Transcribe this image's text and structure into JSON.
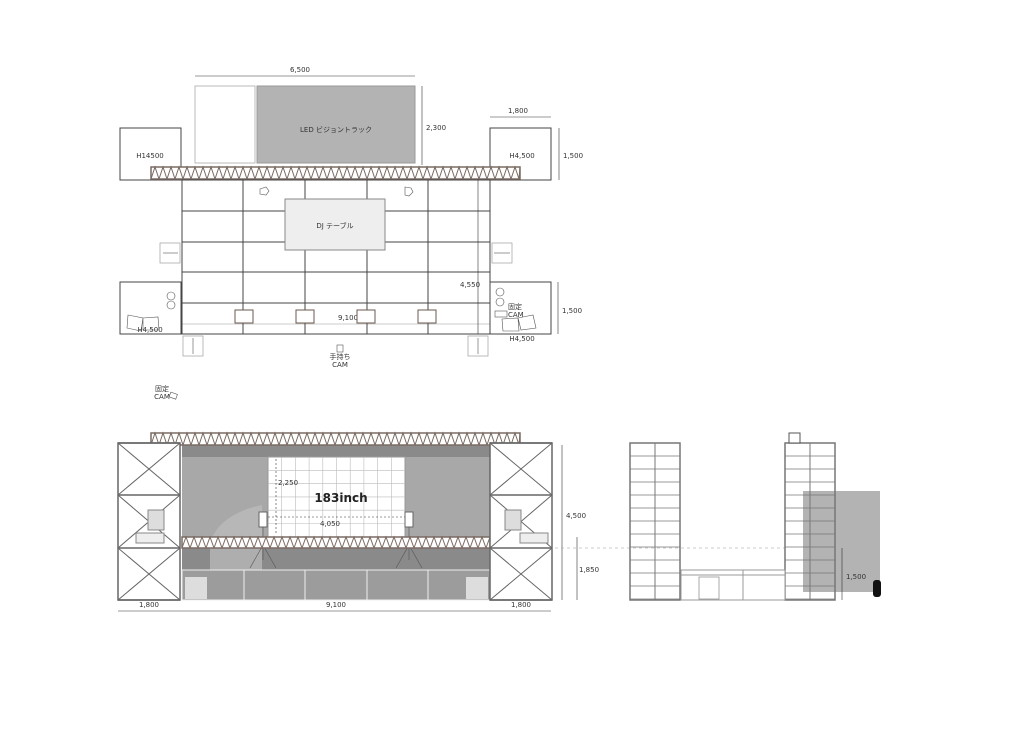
{
  "plan": {
    "dim_led_width": "6,500",
    "led_label": "LED ビジョントラック",
    "dim_led_height": "2,300",
    "dim_tower_width": "1,800",
    "left_tower_label": "H14500",
    "right_tower_label": "H4,500",
    "dim_tower_depth": "1,500",
    "dj_table_label": "DJ テーブル",
    "dim_stage_depth": "4,550",
    "dim_stage_width": "9,100",
    "fixed_cam_right_1": "固定",
    "fixed_cam_right_2": "CAM",
    "lower_left_label": "H4,500",
    "lower_right_label": "H4,500",
    "dim_lower_depth": "1,500",
    "handheld_cam_1": "手持ち",
    "handheld_cam_2": "CAM",
    "fixed_cam_left_1": "固定",
    "fixed_cam_left_2": "CAM"
  },
  "front_elevation": {
    "screen_height": "2,250",
    "screen_label": "183inch",
    "screen_width": "4,050",
    "dim_total_height": "4,500",
    "dim_stage_height": "1,850",
    "dim_left_tower": "1,800",
    "dim_stage_width": "9,100",
    "dim_right_tower": "1,800"
  },
  "side_elevation": {
    "dim_height": "1,500"
  },
  "colors": {
    "led_gray": "#b3b3b3",
    "truss": "#7a6a62",
    "stage_dark": "#8a8a8a",
    "stage_mid": "#a6a6a6"
  }
}
